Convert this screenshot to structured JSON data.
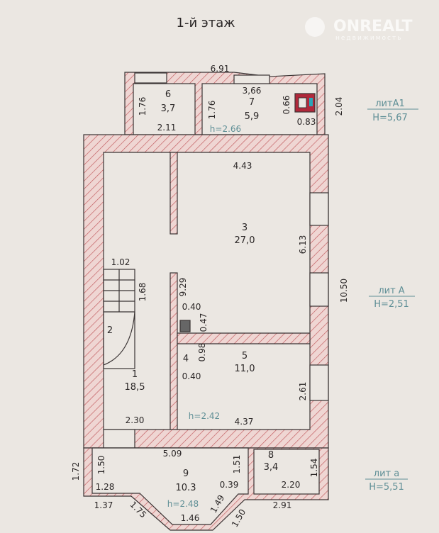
{
  "title": "1-й этаж",
  "watermark": {
    "brand": "ONREALT",
    "sub": "недвижимость"
  },
  "colors": {
    "paper": "#ebe7e2",
    "wall_hatch": "#c0585c",
    "wall_fill": "#efd6d3",
    "line": "#3a3434",
    "label": "#5f8f96",
    "stove": "#b0283a",
    "stove_accent": "#2aa6b8"
  },
  "rooms": [
    {
      "number": "6",
      "area": "3,7"
    },
    {
      "number": "7",
      "area": "5,9"
    },
    {
      "number": "3",
      "area": "27,0"
    },
    {
      "number": "2"
    },
    {
      "number": "1",
      "area": "18,5"
    },
    {
      "number": "4"
    },
    {
      "number": "5",
      "area": "11,0"
    },
    {
      "number": "9",
      "area": "10.3"
    },
    {
      "number": "8",
      "area": "3,4"
    }
  ],
  "heights": [
    "h=2.66",
    "h=2.42",
    "h=2.48"
  ],
  "liters": [
    {
      "name": "литА1",
      "h": "Н=5,67"
    },
    {
      "name": "лит А",
      "h": "Н=2,51"
    },
    {
      "name": "лит а",
      "h": "Н=5,51"
    }
  ],
  "dims": [
    "6.91",
    "3,66",
    "1.76",
    "1.76",
    "2.11",
    "0.66",
    "0.83",
    "2.04",
    "4.43",
    "6.13",
    "10.50",
    "1.02",
    "1.68",
    "9.29",
    "0.40",
    "0.47",
    "0.98",
    "0.40",
    "2.61",
    "2.30",
    "4.37",
    "5.09",
    "1.72",
    "1.50",
    "1.51",
    "1.54",
    "1.28",
    "0.39",
    "2.20",
    "1.37",
    "1.75",
    "1.46",
    "1.49",
    "1.50",
    "2.91"
  ]
}
